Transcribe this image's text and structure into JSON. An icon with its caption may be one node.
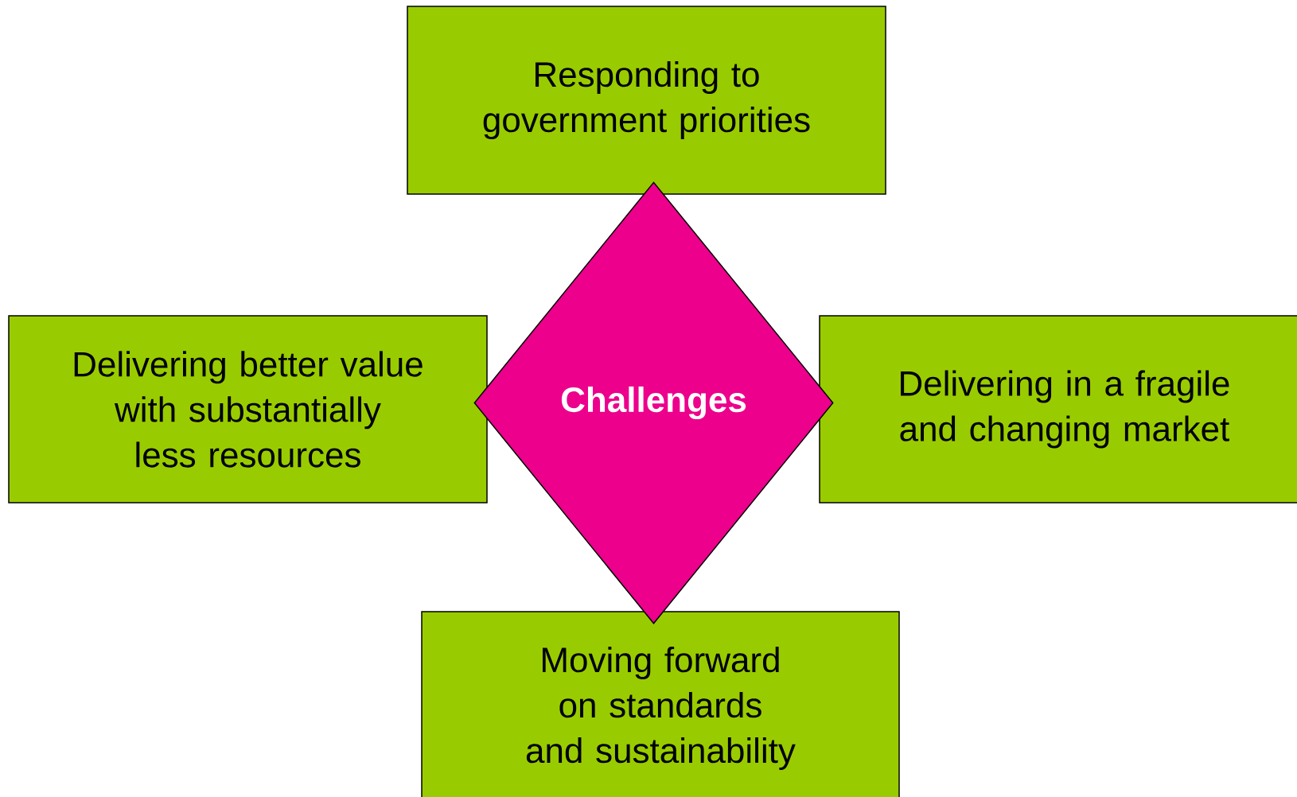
{
  "diagram": {
    "nodes": [
      {
        "text": [
          "Responding to government priorities"
        ]
      },
      {
        "text": [
          "Delivering better value with substantially less resources"
        ]
      },
      {
        "text": [
          "Challenges"
        ]
      },
      {
        "text": [
          "Delivering in a fragile and changing market"
        ]
      },
      {
        "text": [
          "Moving forward on standards and sustainability"
        ]
      }
    ]
  }
}
